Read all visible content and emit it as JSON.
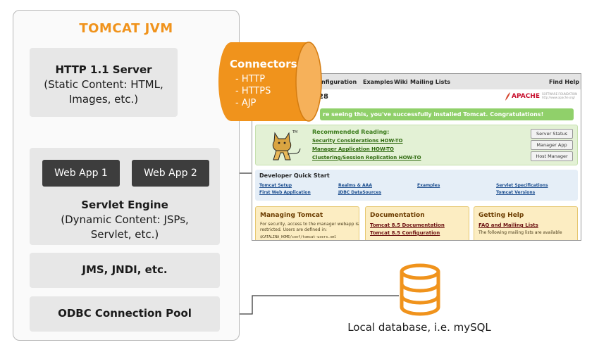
{
  "jvm": {
    "title": "TOMCAT JVM",
    "http_server": {
      "title": "HTTP 1.1 Server",
      "lines": [
        "(Static Content: HTML,",
        "Images, etc.)"
      ]
    },
    "web_apps": [
      "Web App 1",
      "Web App 2"
    ],
    "servlet_engine": {
      "title": "Servlet Engine",
      "lines": [
        "(Dynamic Content: JSPs,",
        "Servlet, etc.)"
      ]
    },
    "jms": "JMS, JNDI, etc.",
    "odbc": "ODBC Connection Pool"
  },
  "connectors": {
    "title": "Connectors",
    "items": [
      "- HTTP",
      "- HTTPS",
      "- AJP"
    ]
  },
  "database": {
    "label": "Local database, i.e. mySQL"
  },
  "colors": {
    "accent": "#f0931c",
    "box_grey": "#e7e7e7",
    "webapp_dark": "#3d3d3d",
    "line": "#3a3a3a"
  },
  "tomcat_page": {
    "nav": [
      "nfiguration",
      "Examples",
      "Wiki",
      "Mailing Lists",
      "Find Help"
    ],
    "version_suffix": "28",
    "apache": "APACHE",
    "apache_sub": "SOFTWARE FOUNDATION http://www.apache.org/",
    "banner": "re seeing this, you've successfully installed Tomcat. Congratulations!",
    "recommended": {
      "title": "Recommended Reading:",
      "links": [
        "Security Considerations HOW-TO",
        "Manager Application HOW-TO",
        "Clustering/Session Replication HOW-TO"
      ]
    },
    "buttons": [
      "Server Status",
      "Manager App",
      "Host Manager"
    ],
    "dev": {
      "title": "Developer Quick Start",
      "links": [
        "Tomcat Setup",
        "Realms & AAA",
        "Examples",
        "Servlet Specifications",
        "First Web Application",
        "JDBC DataSources",
        "Tomcat Versions"
      ]
    },
    "managing": {
      "title": "Managing Tomcat",
      "text": [
        "For security, access to the manager webapp is",
        "restricted. Users are defined in:"
      ],
      "code": "$CATALINA_HOME/conf/tomcat-users.xml"
    },
    "documentation": {
      "title": "Documentation",
      "links": [
        "Tomcat 8.5 Documentation",
        "Tomcat 8.5 Configuration"
      ]
    },
    "help": {
      "title": "Getting Help",
      "link_line": "FAQ and Mailing Lists",
      "text": "The following mailing lists are available"
    }
  }
}
